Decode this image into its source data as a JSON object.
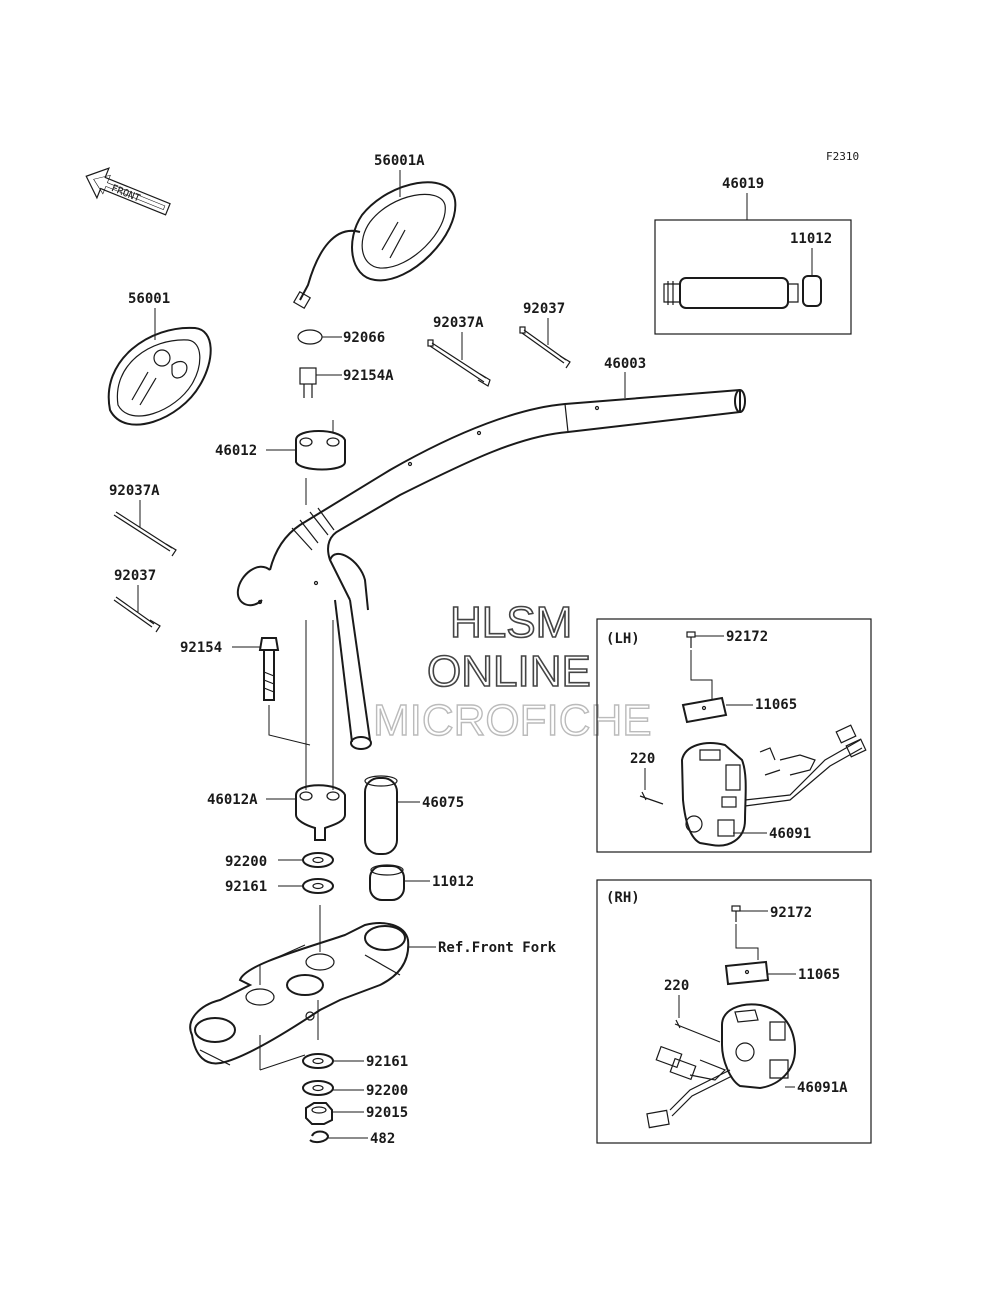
{
  "diagram_code": "F2310",
  "front_arrow": "FRONT",
  "watermark": {
    "line1": "HLSM",
    "line2": "ONLINE",
    "line3": "MICROFICHE"
  },
  "labels": {
    "p56001A": "56001A",
    "p56001": "56001",
    "p92066": "92066",
    "p92154A": "92154A",
    "p46012": "46012",
    "p92037A_top": "92037A",
    "p92037_top": "92037",
    "p46003": "46003",
    "p46019": "46019",
    "p11012_box": "11012",
    "p92037A_left": "92037A",
    "p92037_left": "92037",
    "p92154": "92154",
    "p46012A": "46012A",
    "p46075": "46075",
    "p92200_top": "92200",
    "p92161_top": "92161",
    "p11012": "11012",
    "ref_front_fork": "Ref.Front Fork",
    "p92161_bot": "92161",
    "p92200_bot": "92200",
    "p92015": "92015",
    "p482": "482"
  },
  "lh_box": {
    "title": "(LH)",
    "p92172": "92172",
    "p11065": "11065",
    "p220": "220",
    "p46091": "46091"
  },
  "rh_box": {
    "title": "(RH)",
    "p92172": "92172",
    "p11065": "11065",
    "p220": "220",
    "p46091A": "46091A"
  }
}
